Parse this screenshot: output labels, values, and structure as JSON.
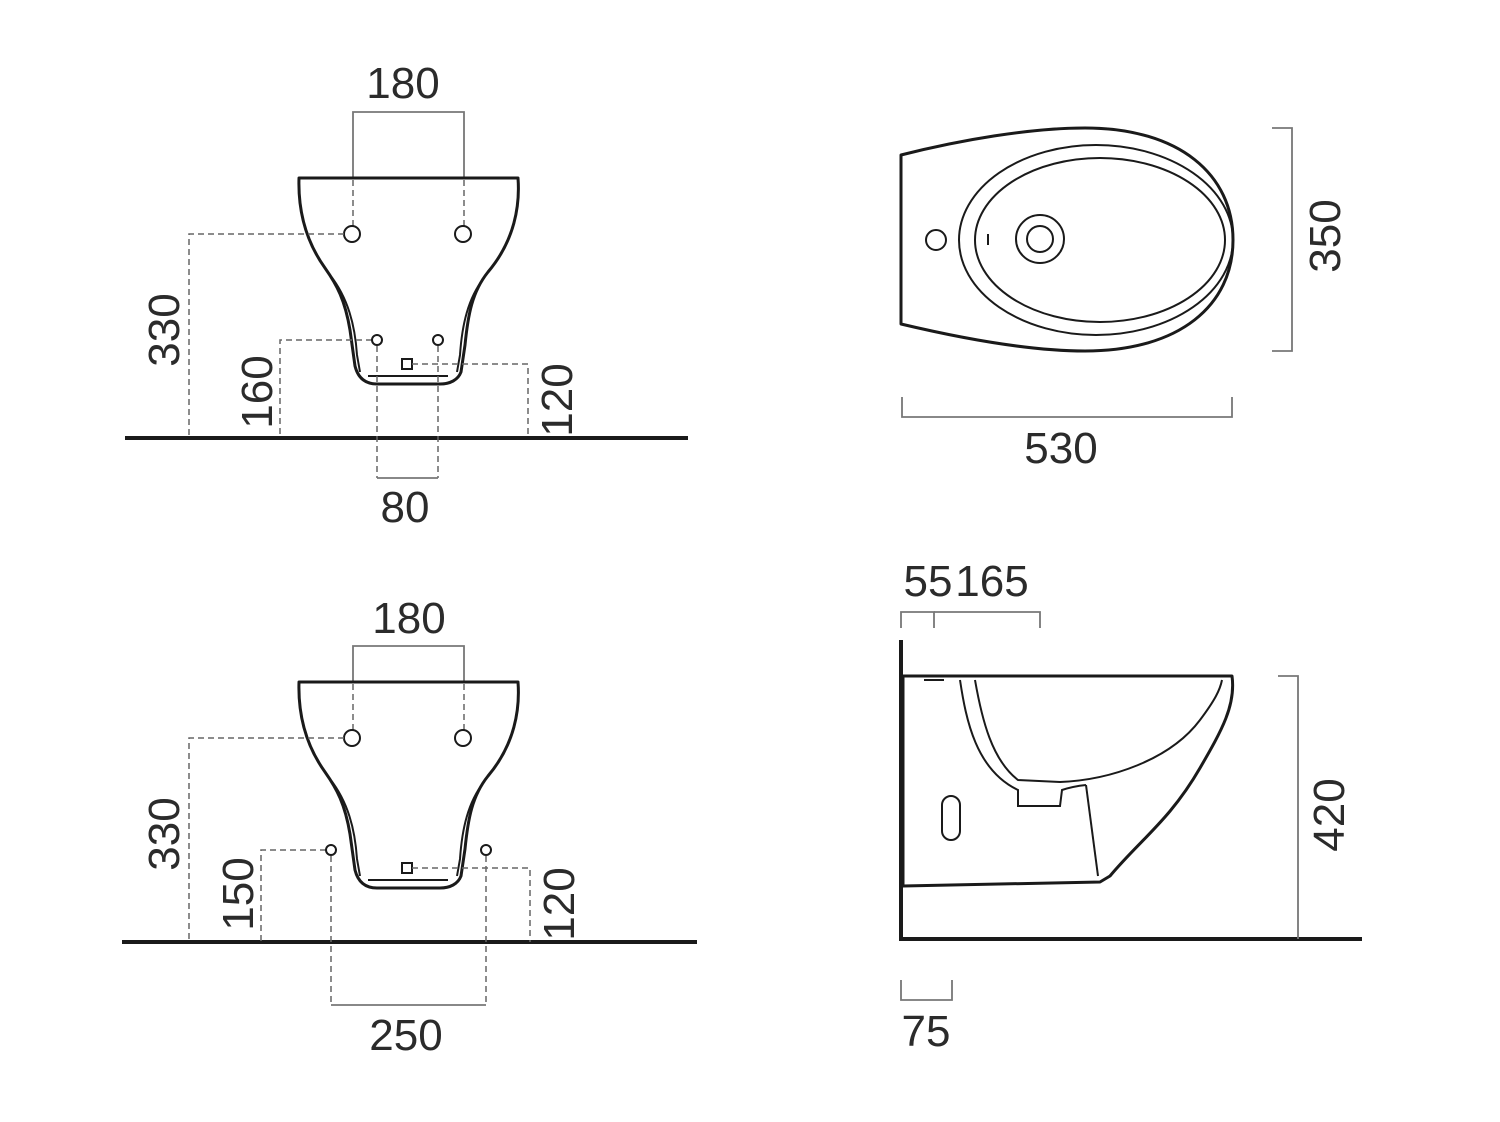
{
  "front_view_a": {
    "dim_top_holes": "180",
    "dim_fixing_height": "330",
    "dim_supply_height": "160",
    "dim_waste_height": "120",
    "dim_supply_spacing": "80"
  },
  "front_view_b": {
    "dim_top_holes": "180",
    "dim_fixing_height": "330",
    "dim_supply_height": "150",
    "dim_waste_height": "120",
    "dim_supply_spacing": "250"
  },
  "top_view": {
    "dim_length": "530",
    "dim_width": "350"
  },
  "side_view": {
    "dim_offset_a": "55",
    "dim_offset_b": "165",
    "dim_height": "420",
    "dim_waste_offset": "75"
  }
}
